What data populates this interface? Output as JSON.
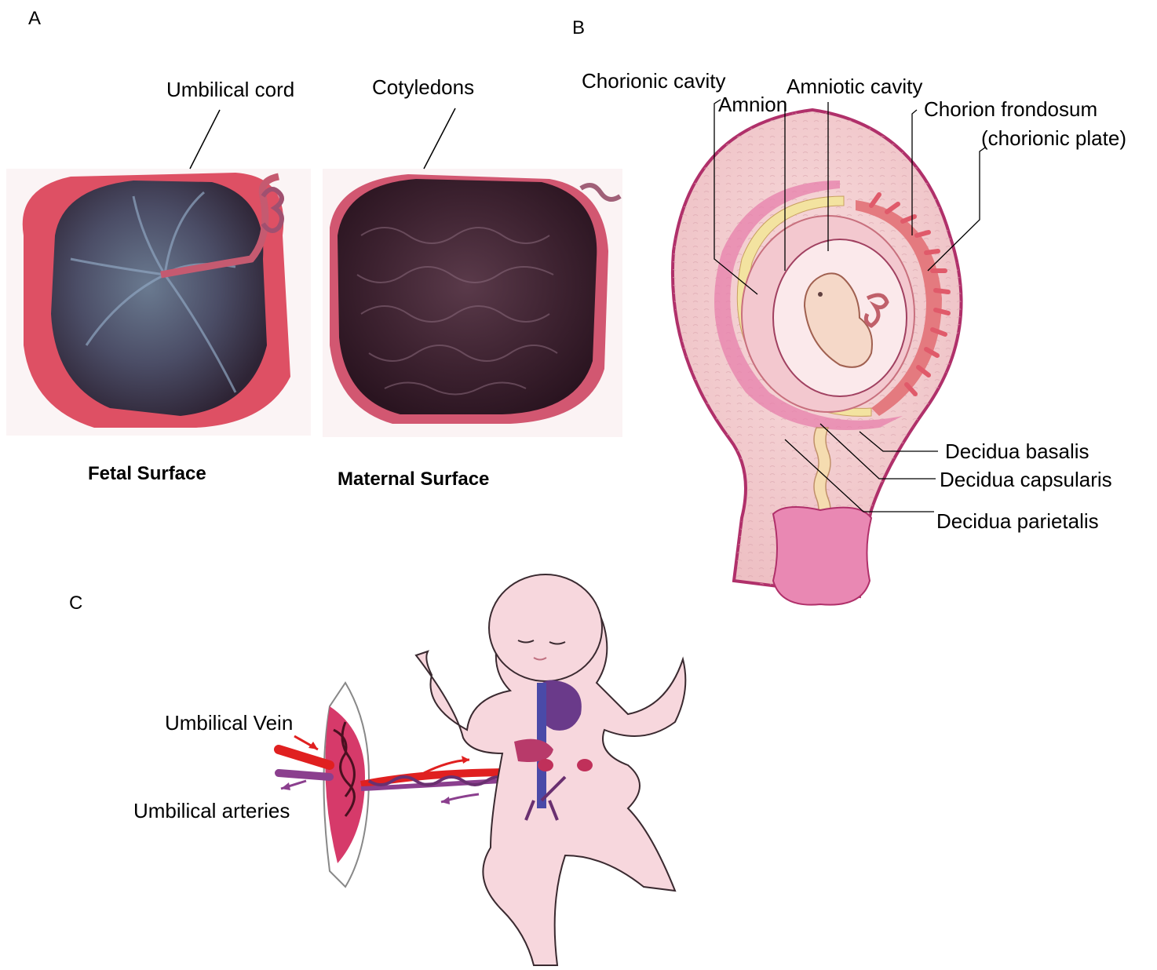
{
  "panels": {
    "a": {
      "letter": "A",
      "labels": {
        "umbilical_cord": "Umbilical cord",
        "cotyledons": "Cotyledons"
      },
      "captions": {
        "fetal": "Fetal Surface",
        "maternal": "Maternal Surface"
      }
    },
    "b": {
      "letter": "B",
      "labels": {
        "chorionic_cavity": "Chorionic cavity",
        "amnion": "Amnion",
        "amniotic_cavity": "Amniotic cavity",
        "chorion_frondosum": "Chorion frondosum",
        "chorionic_plate": "(chorionic plate)",
        "decidua_basalis": "Decidua basalis",
        "decidua_capsularis": "Decidua capsularis",
        "decidua_parietalis": "Decidua parietalis"
      }
    },
    "c": {
      "letter": "C",
      "labels": {
        "umbilical_vein": "Umbilical Vein",
        "umbilical_arteries": "Umbilical arteries"
      }
    }
  },
  "colors": {
    "placenta_dark": "#3a2030",
    "blood_red": "#d8324a",
    "uterus_pink": "#f2cdd0",
    "uterus_outline": "#b0306a",
    "yolk_yellow": "#f3e3a0",
    "skin": "#f7d7dd",
    "vein_red": "#e02020",
    "artery_purple": "#8b3f8e"
  }
}
